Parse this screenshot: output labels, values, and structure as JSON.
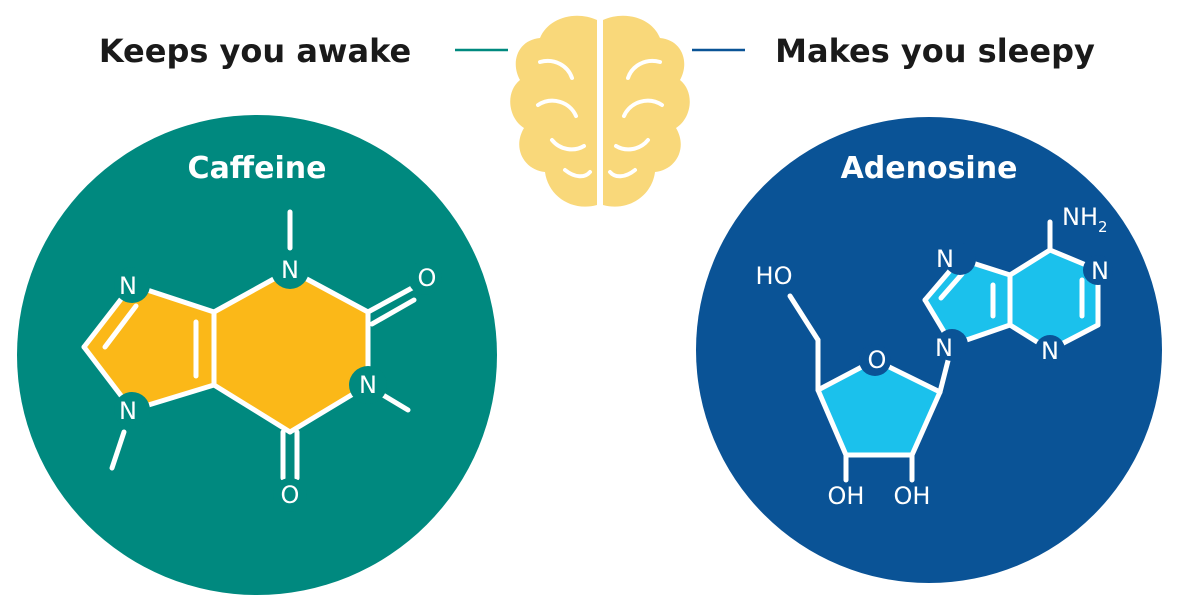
{
  "header": {
    "left_label": "Keeps you awake",
    "right_label": "Makes you sleepy"
  },
  "colors": {
    "caffeine_circle": "#00897f",
    "adenosine_circle": "#0a5396",
    "caffeine_fill": "#fbb818",
    "adenosine_fill": "#1bc1ec",
    "brain": "#f9d87a",
    "connector_left": "#00897f",
    "connector_right": "#0a5396"
  },
  "caffeine": {
    "title": "Caffeine",
    "atoms": {
      "n1": "N",
      "n3": "N",
      "n7": "N",
      "n9": "N",
      "o1": "O",
      "o2": "O"
    }
  },
  "adenosine": {
    "title": "Adenosine",
    "atoms": {
      "ho": "HO",
      "o_ring": "O",
      "oh1": "OH",
      "oh2": "OH",
      "n7": "N",
      "n9": "N",
      "n1": "N",
      "n3": "N",
      "nh2_main": "NH",
      "nh2_sub": "2"
    }
  },
  "icons": {
    "brain": "brain-icon"
  }
}
